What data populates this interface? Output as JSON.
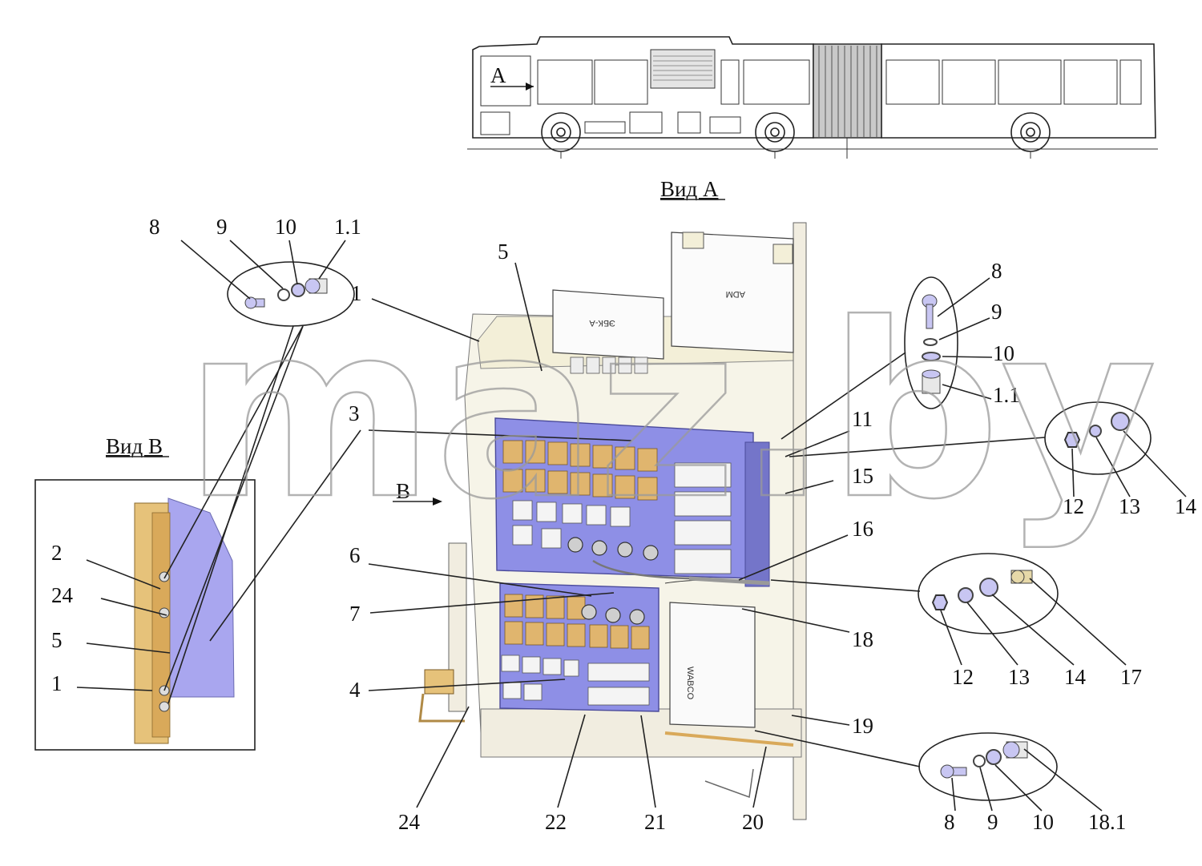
{
  "view_labels": {
    "view_a_arrow": "А",
    "view_a_title": "Вид А",
    "view_b_arrow": "В",
    "view_b_title": "Вид В"
  },
  "watermark": "maz.by",
  "component_labels": {
    "ecu_small": "ЭБК-А",
    "ecu_adm": "ADM",
    "ecu_wabco": "WABCO"
  },
  "callouts": {
    "top_left_group": [
      "8",
      "9",
      "10",
      "1.1"
    ],
    "top_right_group": [
      "8",
      "9",
      "10",
      "1.1"
    ],
    "right_group_1": [
      "12",
      "13",
      "14"
    ],
    "right_group_2": [
      "12",
      "13",
      "14",
      "17"
    ],
    "bottom_right_group": [
      "8",
      "9",
      "10",
      "18.1"
    ],
    "main_left": [
      "1",
      "5",
      "3",
      "6",
      "7",
      "4"
    ],
    "main_right": [
      "11",
      "15",
      "16",
      "18",
      "19"
    ],
    "main_bottom": [
      "24",
      "22",
      "21",
      "20"
    ],
    "view_b": [
      "2",
      "24",
      "5",
      "1"
    ]
  },
  "colors": {
    "panel_blue": "#8e8fe6",
    "relay_orange": "#e0b56e",
    "rail_yellow": "#e6c27a",
    "line": "#222222"
  }
}
